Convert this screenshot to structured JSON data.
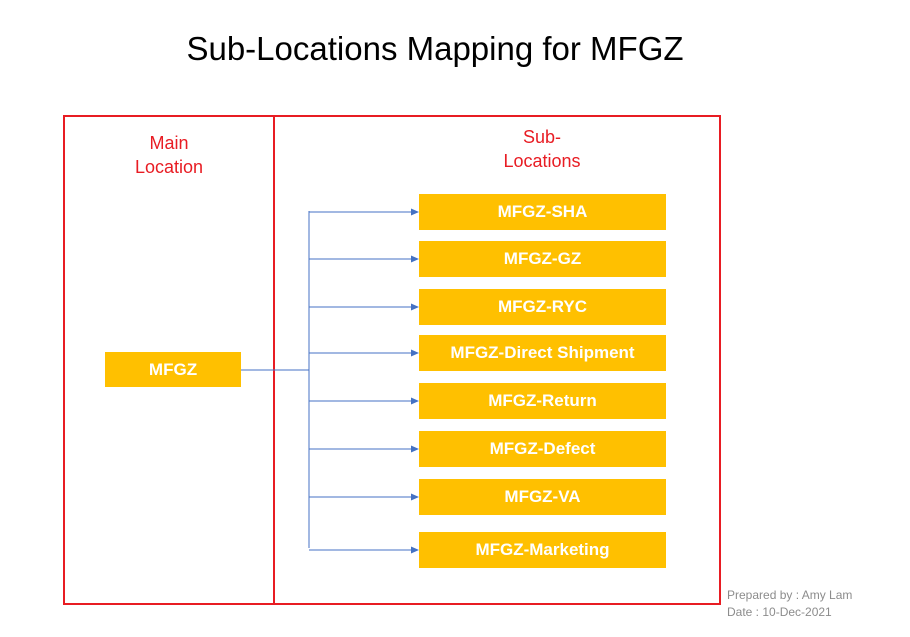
{
  "title": "Sub-Locations Mapping for MFGZ",
  "main_column": {
    "heading_line1": "Main",
    "heading_line2": "Location",
    "location": "MFGZ"
  },
  "sub_column": {
    "heading_line1": "Sub-",
    "heading_line2": "Locations",
    "items": [
      {
        "label": "MFGZ-SHA"
      },
      {
        "label": "MFGZ-GZ"
      },
      {
        "label": "MFGZ-RYC"
      },
      {
        "label": "MFGZ-Direct Shipment"
      },
      {
        "label": "MFGZ-Return"
      },
      {
        "label": "MFGZ-Defect"
      },
      {
        "label": "MFGZ-VA"
      },
      {
        "label": "MFGZ-Marketing"
      }
    ]
  },
  "footer": {
    "prepared_by": "Prepared by : Amy Lam",
    "date": "Date : 10-Dec-2021"
  },
  "colors": {
    "frame": "#e81c23",
    "box_fill": "#ffc000",
    "box_text": "#ffffff",
    "connector": "#4472c4",
    "footer_text": "#8c8c8c"
  }
}
